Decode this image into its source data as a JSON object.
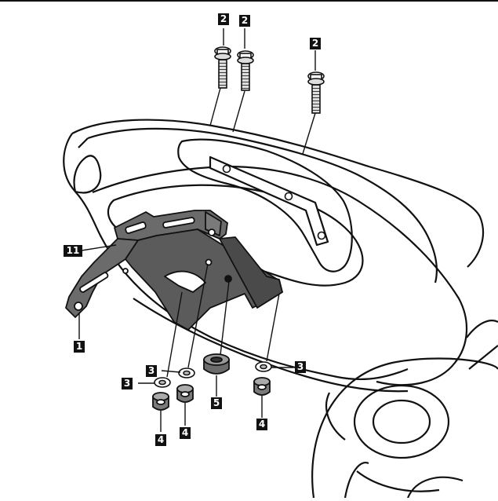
{
  "diagram": {
    "type": "exploded-assembly",
    "colors": {
      "ink": "#111111",
      "bracket": "#6b6b6b",
      "bracket_dark": "#4a4a4a",
      "part": "#8c8c8c",
      "background": "#ffffff"
    },
    "callouts": {
      "bolt_a": "2",
      "bolt_b": "2",
      "bolt_c": "2",
      "washer_left": "3",
      "washer_mid": "3",
      "washer_right": "3",
      "nut_left": "4",
      "nut_mid": "4",
      "nut_right": "4",
      "grommet": "5",
      "bracket_end": "1",
      "bracket_main": "11"
    }
  }
}
